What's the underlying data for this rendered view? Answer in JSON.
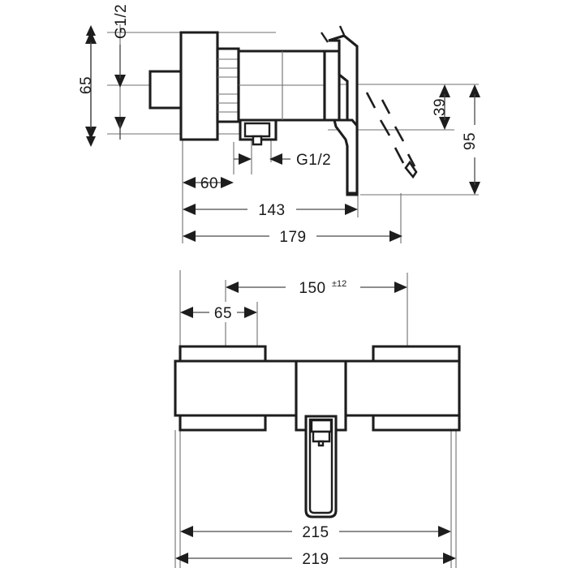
{
  "drawing": {
    "title": "Shower mixer technical dimension drawing",
    "background_color": "#ffffff",
    "line_color": "#1d1d1d",
    "dim_line_color": "#4a4a4a",
    "views": [
      {
        "name": "side-elevation-view",
        "description": "Side elevation of wall-mounted single lever shower mixer with lever handle swing range shown dashed"
      },
      {
        "name": "front-elevation-view",
        "description": "Front elevation of shower mixer body with two eccentric connections and centre lever"
      }
    ],
    "dimensions": {
      "top_view": {
        "height_65": "65",
        "inlet_thread_top": "G1/2",
        "outlet_thread": "G1/2",
        "offset_60": "60",
        "depth_143": "143",
        "depth_179": "179",
        "height_39": "39",
        "height_95": "95"
      },
      "bottom_view": {
        "centre_150": "150",
        "centre_150_tolerance": "±12",
        "offset_65": "65",
        "width_215": "215",
        "width_219": "219"
      }
    }
  }
}
